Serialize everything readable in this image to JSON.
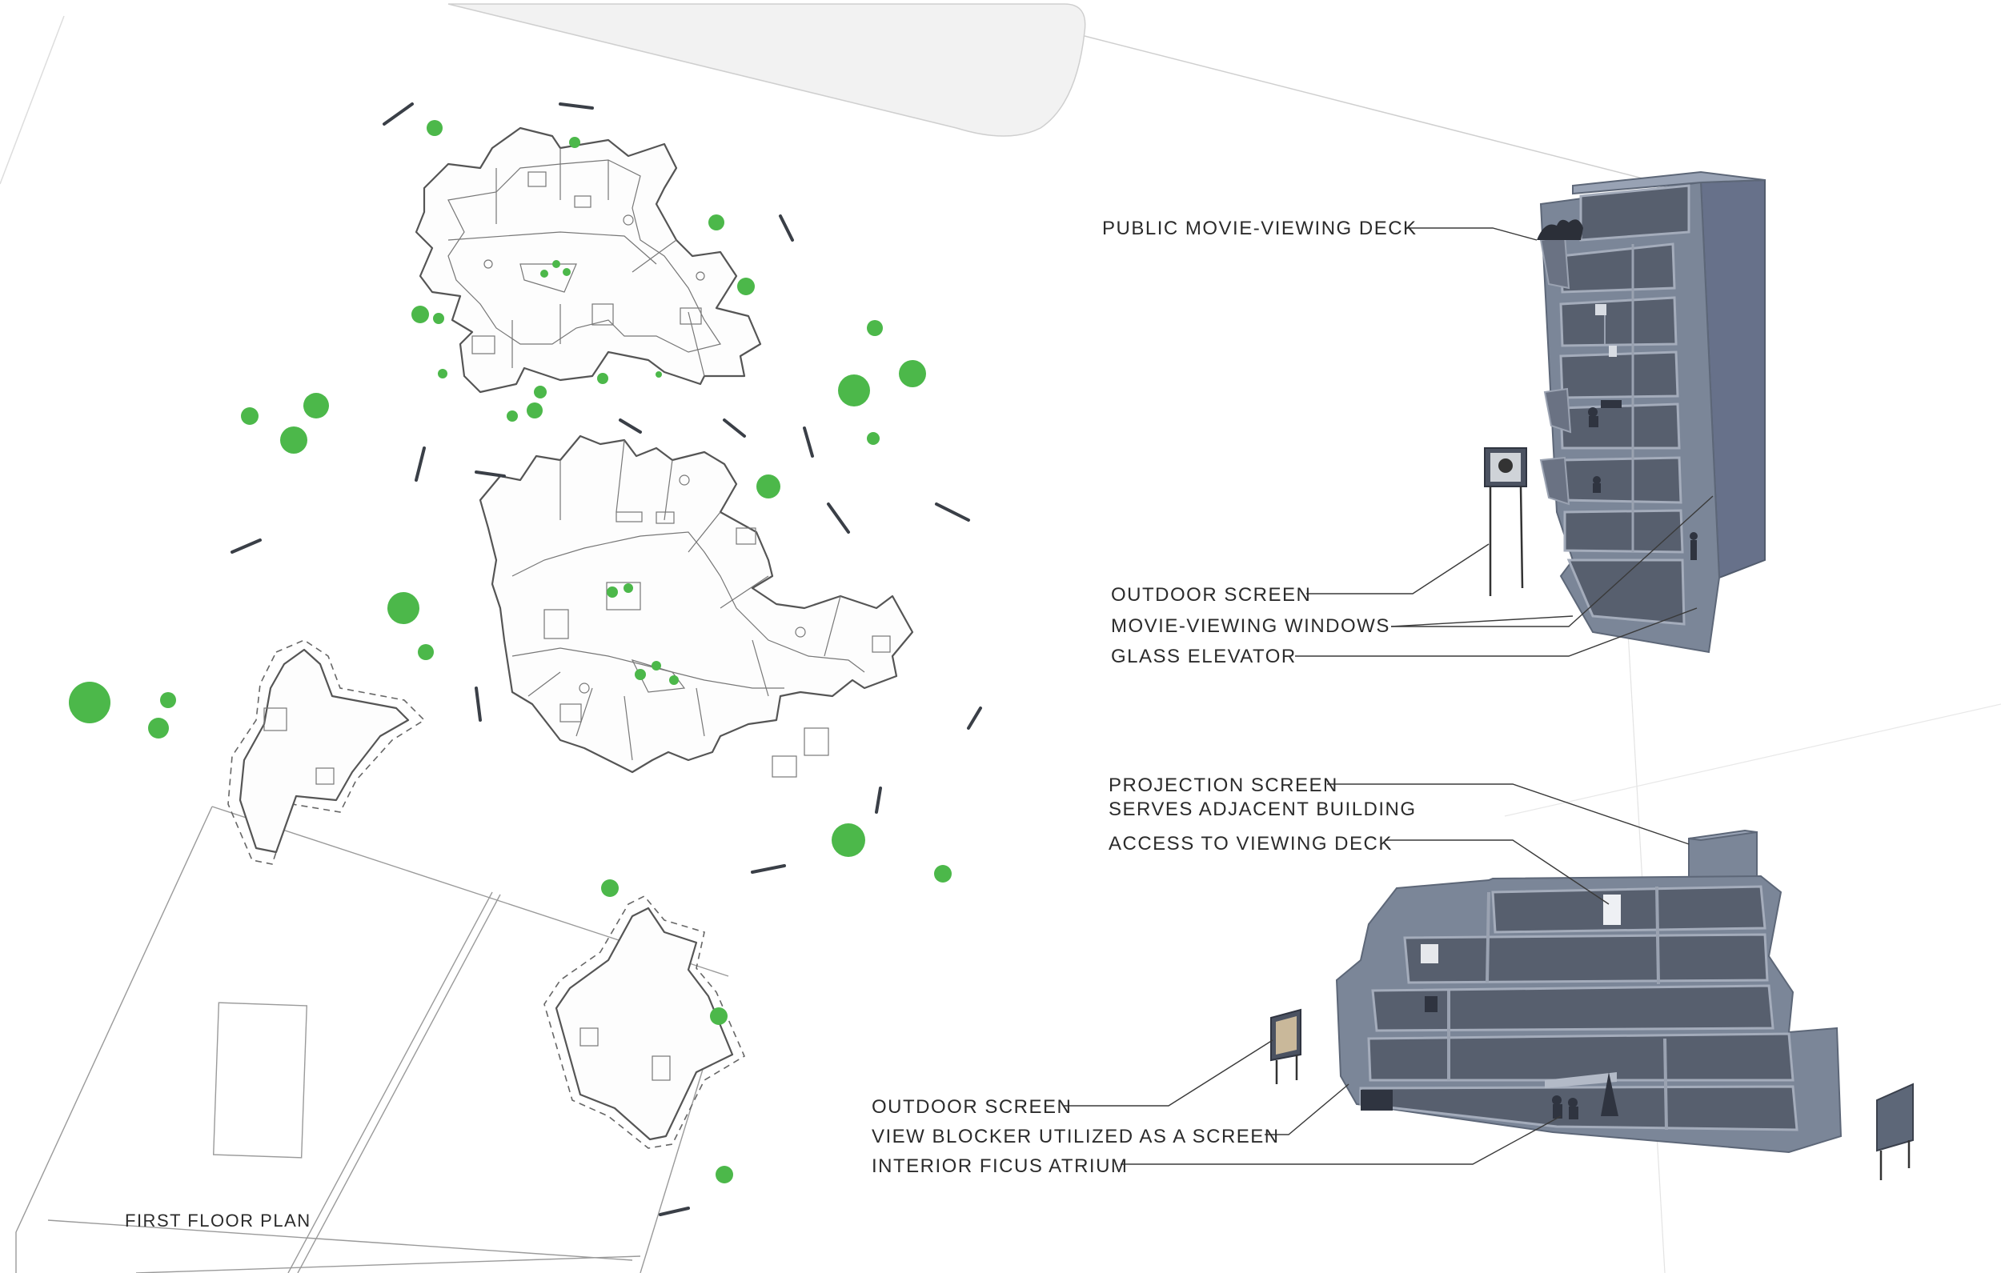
{
  "plan": {
    "caption": "FIRST FLOOR PLAN"
  },
  "tower_callouts": {
    "deck": "PUBLIC MOVIE-VIEWING DECK",
    "outdoor_screen": "OUTDOOR SCREEN",
    "windows": "MOVIE-VIEWING WINDOWS",
    "elevator": "GLASS ELEVATOR"
  },
  "block_callouts": {
    "projection_line1": "PROJECTION SCREEN",
    "projection_line2": "SERVES ADJACENT BUILDING",
    "access": "ACCESS TO VIEWING DECK",
    "outdoor_screen": "OUTDOOR SCREEN",
    "view_blocker": "VIEW BLOCKER UTILIZED AS A SCREEN",
    "atrium": "INTERIOR  FICUS ATRIUM"
  },
  "colors": {
    "tree": "#4cb84a",
    "model": "#7b8698",
    "linework": "#555555"
  }
}
